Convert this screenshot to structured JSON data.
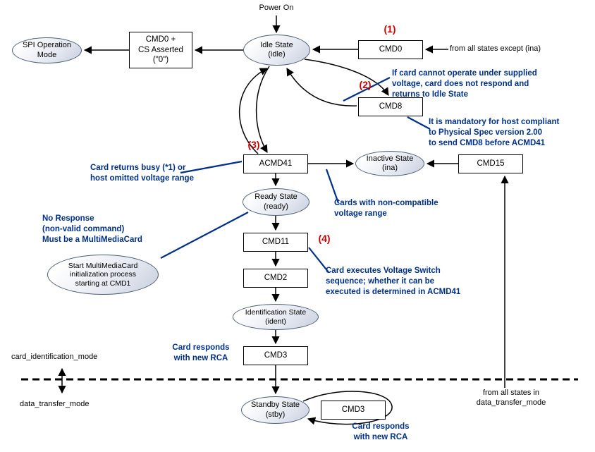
{
  "colors": {
    "annotation": "#003087",
    "marker": "#cc0000",
    "line": "#000000",
    "node-border": "#4d5e75"
  },
  "labels": {
    "power_on": "Power On"
  },
  "nodes": {
    "spi": "SPI Operation\nMode",
    "cmd0_cs": "CMD0 +\nCS Asserted\n(\"0\")",
    "idle": "Idle State\n(idle)",
    "cmd0": "CMD0",
    "cmd8": "CMD8",
    "acmd41": "ACMD41",
    "inactive": "Inactive State\n(ina)",
    "cmd15": "CMD15",
    "ready": "Ready State\n(ready)",
    "cmd11": "CMD11",
    "cmd2": "CMD2",
    "ident": "Identification State\n(ident)",
    "cmd3_id": "CMD3",
    "stby": "Standby State\n(stby)",
    "cmd3_dt": "CMD3",
    "mmc": "Start MultiMediaCard\ninitialization process\nstarting at CMD1"
  },
  "markers": {
    "step1": "(1)",
    "step2": "(2)",
    "step3": "(3)",
    "step4": "(4)"
  },
  "annotations": {
    "from_all_states_except_ina": "from all states except (ina)",
    "cannot_operate": "If card cannot operate under supplied\nvoltage, card does not respond and\nreturns to Idle State",
    "mandatory_cmd8": "It is mandatory for host compliant\nto Physical Spec version 2.00\nto send CMD8 before ACMD41",
    "card_busy": "Card returns busy (*1) or\nhost omitted voltage range",
    "non_compatible": "Cards with non-compatible\nvoltage range",
    "no_response": "No Response\n(non-valid command)\nMust be a MultiMediaCard",
    "voltage_switch": "Card executes Voltage Switch\nsequence; whether it can be\nexecuted is determined in ACMD41",
    "new_rca_ident": "Card responds\nwith new RCA",
    "new_rca_stby": "Card responds\nwith new RCA",
    "mode_above": "card_identification_mode",
    "mode_below": "data_transfer_mode",
    "from_all_dt": "from all states in\ndata_transfer_mode"
  }
}
